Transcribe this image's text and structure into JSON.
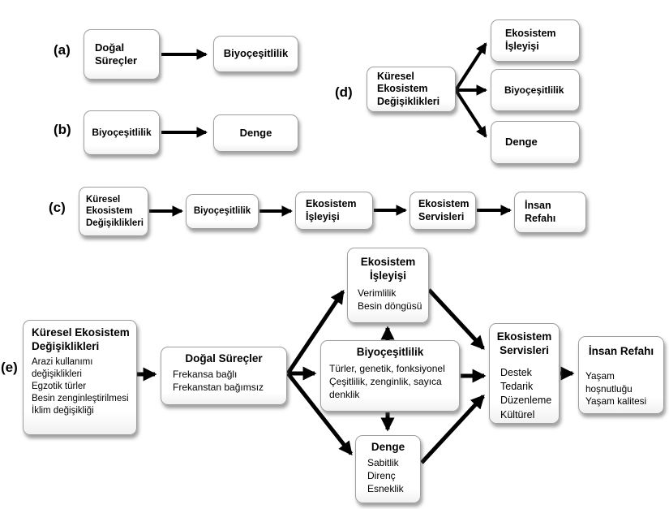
{
  "colors": {
    "arrow": "#000000",
    "box_background": "#ffffff",
    "box_border": "#9f9f9f"
  },
  "panels": {
    "a": {
      "label": "(a)",
      "source": {
        "title": "Doğal\nSüreçler"
      },
      "target": {
        "title": "Biyoçeşitlilik"
      }
    },
    "b": {
      "label": "(b)",
      "source": {
        "title": "Biyoçeşitlilik"
      },
      "target": {
        "title": "Denge"
      }
    },
    "c": {
      "label": "(c)",
      "chain": {
        "n1": {
          "title": "Küresel\nEkosistem\nDeğişiklikleri"
        },
        "n2": {
          "title": "Biyoçeşitlilik"
        },
        "n3": {
          "title": "Ekosistem\nİşleyişi"
        },
        "n4": {
          "title": "Ekosistem\nServisleri"
        },
        "n5": {
          "title": "İnsan\nRefahı"
        }
      }
    },
    "d": {
      "label": "(d)",
      "source": {
        "title": "Küresel\nEkosistem\nDeğişiklikleri"
      },
      "targets": {
        "n1": {
          "title": "Ekosistem\nİşleyişi"
        },
        "n2": {
          "title": "Biyoçeşitlilik"
        },
        "n3": {
          "title": "Denge"
        }
      }
    },
    "e": {
      "label": "(e)",
      "nodes": {
        "kuresel": {
          "title": "Küresel Ekosistem\nDeğişiklikleri",
          "body": "Arazi kullanımı\ndeğişiklikleri\nEgzotik türler\nBesin zenginleştirilmesi\nİklim değişikliği"
        },
        "dogal": {
          "title": "Doğal Süreçler",
          "body": "Frekansa bağlı\nFrekanstan bağımsız"
        },
        "isleyisi": {
          "title": "Ekosistem\nİşleyişi",
          "body": "Verimlilik\nBesin döngüsü"
        },
        "biyo": {
          "title": "Biyoçeşitlilik",
          "body": "Türler, genetik, fonksiyonel\nÇeşitlilik, zenginlik, sayıca\ndenklik"
        },
        "denge": {
          "title": "Denge",
          "body": "Sabitlik\nDirenç\nEsneklik"
        },
        "servisler": {
          "title": "Ekosistem\nServisleri",
          "body": "Destek\nTedarik\nDüzenleme\nKültürel"
        },
        "refah": {
          "title": "İnsan Refahı",
          "body": "Yaşam hoşnutluğu\nYaşam kalitesi"
        }
      }
    }
  }
}
